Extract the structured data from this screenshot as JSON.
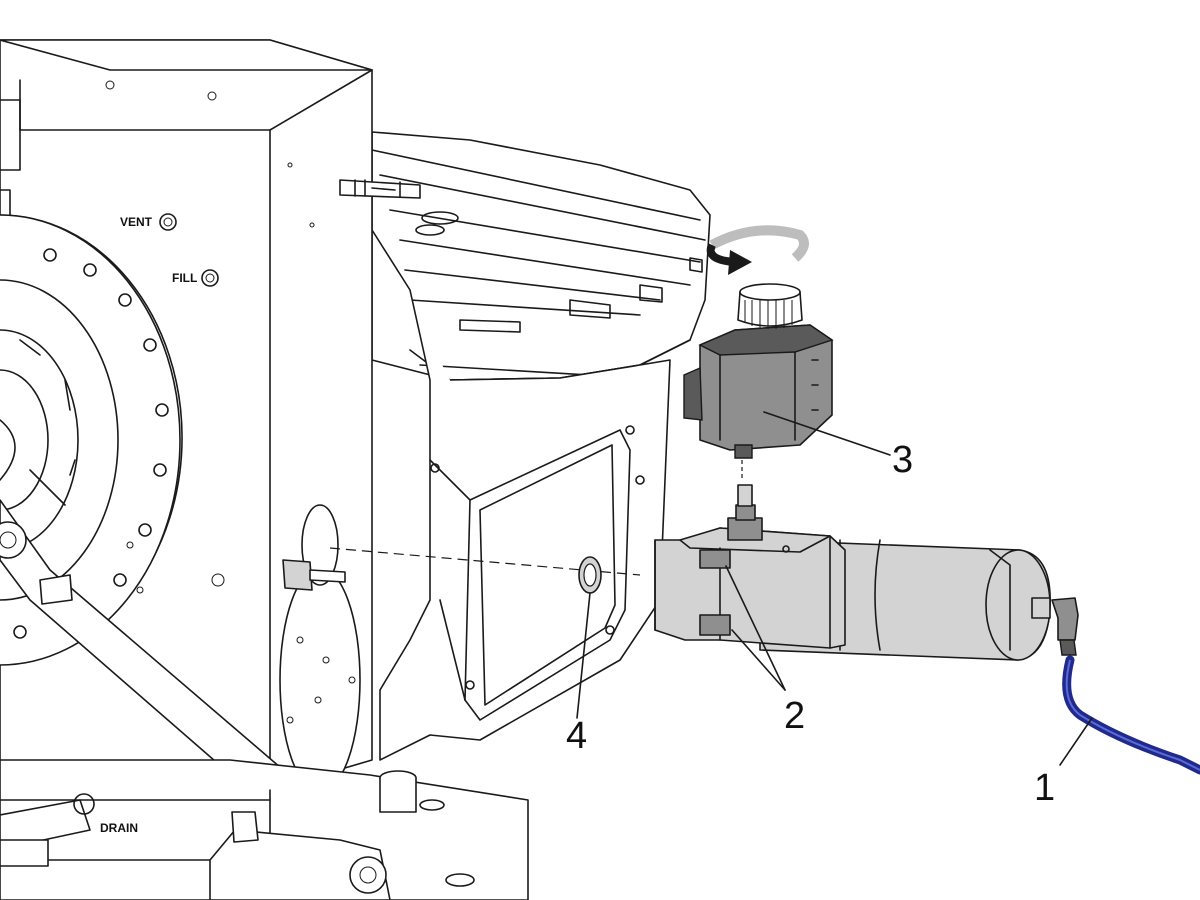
{
  "panel_labels": {
    "vent": "VENT",
    "fill": "FILL",
    "drain": "DRAIN"
  },
  "callouts": {
    "c1": "1",
    "c2": "2",
    "c3": "3",
    "c4": "4"
  },
  "colors": {
    "hose": "#1f2a8c",
    "reservoir": "#8f8f8f",
    "brake_body": "#d3d3d3"
  },
  "icons": {
    "rotation": "rotate-clockwise-arrow-icon"
  }
}
